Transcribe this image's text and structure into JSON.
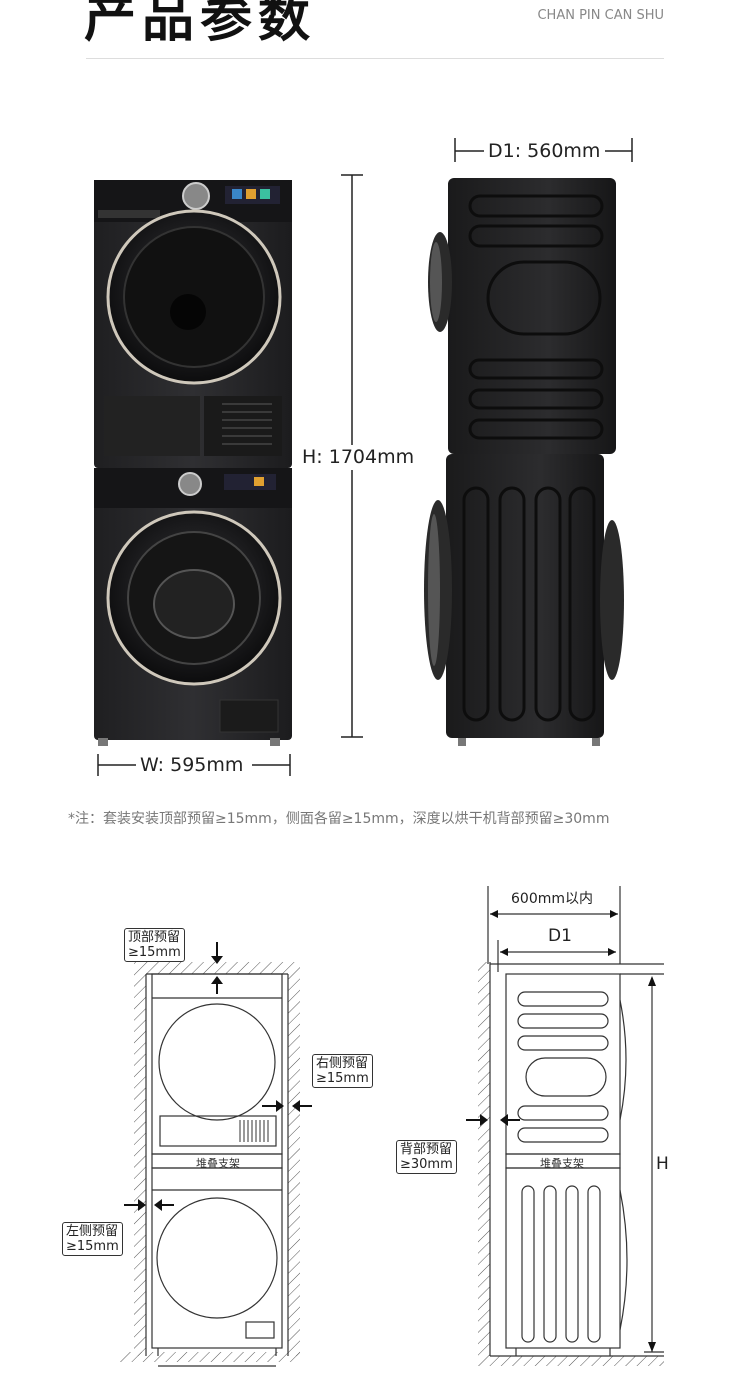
{
  "header": {
    "title": "产品参数",
    "subtitle": "CHAN PIN CAN SHU"
  },
  "dimensions": {
    "depth": "D1: 560mm",
    "height": "H: 1704mm",
    "width": "W: 595mm"
  },
  "note": "*注：套装安装顶部预留≥15mm，侧面各留≥15mm，深度以烘干机背部预留≥30mm",
  "front_diagram": {
    "top_clearance": [
      "顶部预留",
      "≥15mm"
    ],
    "right_clearance": [
      "右侧预留",
      "≥15mm"
    ],
    "left_clearance": [
      "左侧预留",
      "≥15mm"
    ],
    "stack_label": "堆叠支架"
  },
  "side_diagram": {
    "max_depth": "600mm以内",
    "depth_label": "D1",
    "back_clearance": [
      "背部预留",
      "≥30mm"
    ],
    "stack_label": "堆叠支架",
    "height_label": "H"
  },
  "colors": {
    "machine_body": "#2a2a2c",
    "machine_dark": "#111113",
    "door_ring": "#c9c3b8",
    "line": "#222222"
  }
}
